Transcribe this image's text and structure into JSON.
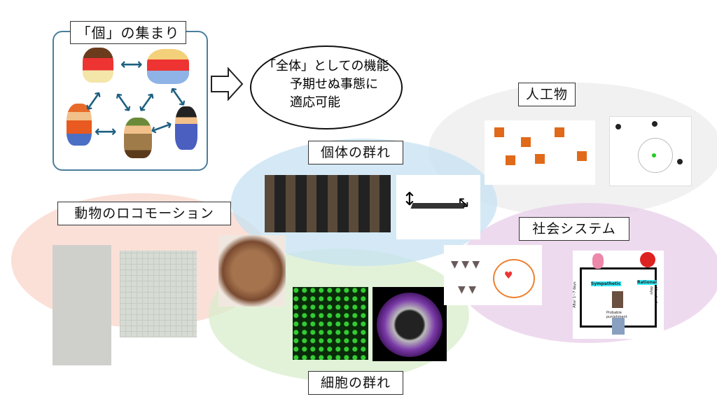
{
  "individuals": {
    "title": "「個」の集まり"
  },
  "whole": {
    "lines": [
      "「全体」としての機能",
      "予期せぬ事態に",
      "適応可能"
    ]
  },
  "categories": {
    "artifacts": "人工物",
    "individual_swarm": "個体の群れ",
    "animal_locomotion": "動物のロコモーション",
    "social_system": "社会システム",
    "cell_swarm": "細胞の群れ"
  },
  "social_diagram": {
    "sympathetic": "Sympathetic",
    "rational": "Rational",
    "punishment": "Probable punishment",
    "after_days": "After 1~7 days"
  },
  "colors": {
    "artifacts": "#ececec",
    "individual": "#cfe6f3",
    "animal": "#f9dcd3",
    "social": "#ecd6ec",
    "cell": "#dff0d6",
    "arrow": "#1d5f80"
  }
}
